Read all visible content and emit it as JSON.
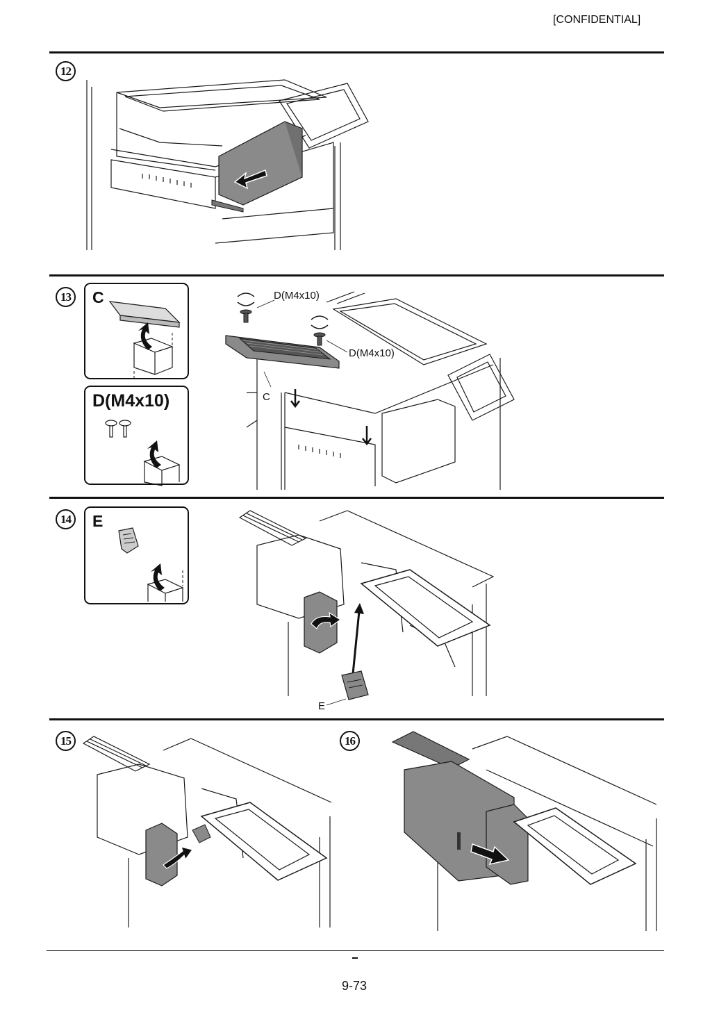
{
  "header": {
    "confidential": "[CONFIDENTIAL]"
  },
  "steps": [
    {
      "number": "12"
    },
    {
      "number": "13",
      "parts": [
        {
          "letter": "C"
        },
        {
          "label": "D(M4x10)"
        }
      ],
      "callouts": {
        "screw_1": "D(M4x10)",
        "screw_2": "D(M4x10)",
        "cover": "C"
      }
    },
    {
      "number": "14",
      "parts": [
        {
          "letter": "E"
        }
      ],
      "callouts": {
        "staple": "E"
      }
    },
    {
      "number": "15"
    },
    {
      "number": "16"
    }
  ],
  "footer": {
    "page_number": "9-73"
  },
  "colors": {
    "rule": "#111111",
    "part_fill": "#8a8a8a",
    "line": "#1a1a1a"
  }
}
